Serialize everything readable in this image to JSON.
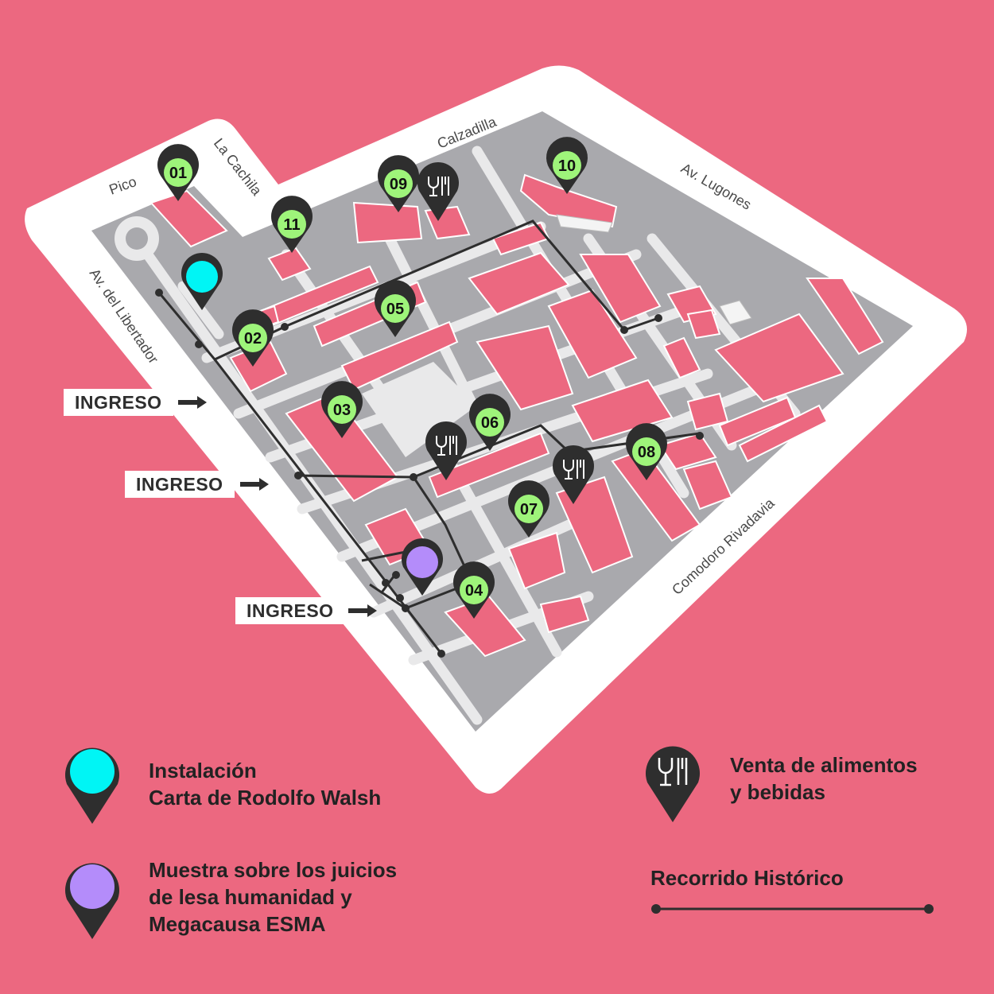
{
  "streets": {
    "pico": "Pico",
    "la_cachila": "La Cachila",
    "calzadilla": "Calzadilla",
    "av_lugones": "Av. Lugones",
    "av_libertador": "Av. del Libertador",
    "comodoro_rivadavia": "Comodoro Rivadavia"
  },
  "entrances": [
    {
      "label": "INGRESO"
    },
    {
      "label": "INGRESO"
    },
    {
      "label": "INGRESO"
    }
  ],
  "markers": [
    {
      "label": "01"
    },
    {
      "label": "02"
    },
    {
      "label": "03"
    },
    {
      "label": "04"
    },
    {
      "label": "05"
    },
    {
      "label": "06"
    },
    {
      "label": "07"
    },
    {
      "label": "08"
    },
    {
      "label": "09"
    },
    {
      "label": "10"
    },
    {
      "label": "11"
    }
  ],
  "legend": {
    "walsh": {
      "line1": "Instalación",
      "line2": "Carta de Rodolfo Walsh",
      "color": "#00f5f5"
    },
    "muestra": {
      "line1": "Muestra sobre los juicios",
      "line2": "de lesa humanidad y",
      "line3": "Megacausa ESMA",
      "color": "#b48cfa"
    },
    "food": {
      "line1": "Venta de alimentos",
      "line2": "y bebidas"
    },
    "route": {
      "label": "Recorrido Histórico"
    }
  },
  "colors": {
    "background": "#ec6880",
    "building": "#ec6880",
    "ground": "#a9a9ad",
    "border": "#ffffff",
    "marker_green": "#9ef47a",
    "marker_dark": "#2e2e2e"
  },
  "icons": [
    "map-pin-icon",
    "fork-knife-glass-icon",
    "arrow-right-icon"
  ]
}
